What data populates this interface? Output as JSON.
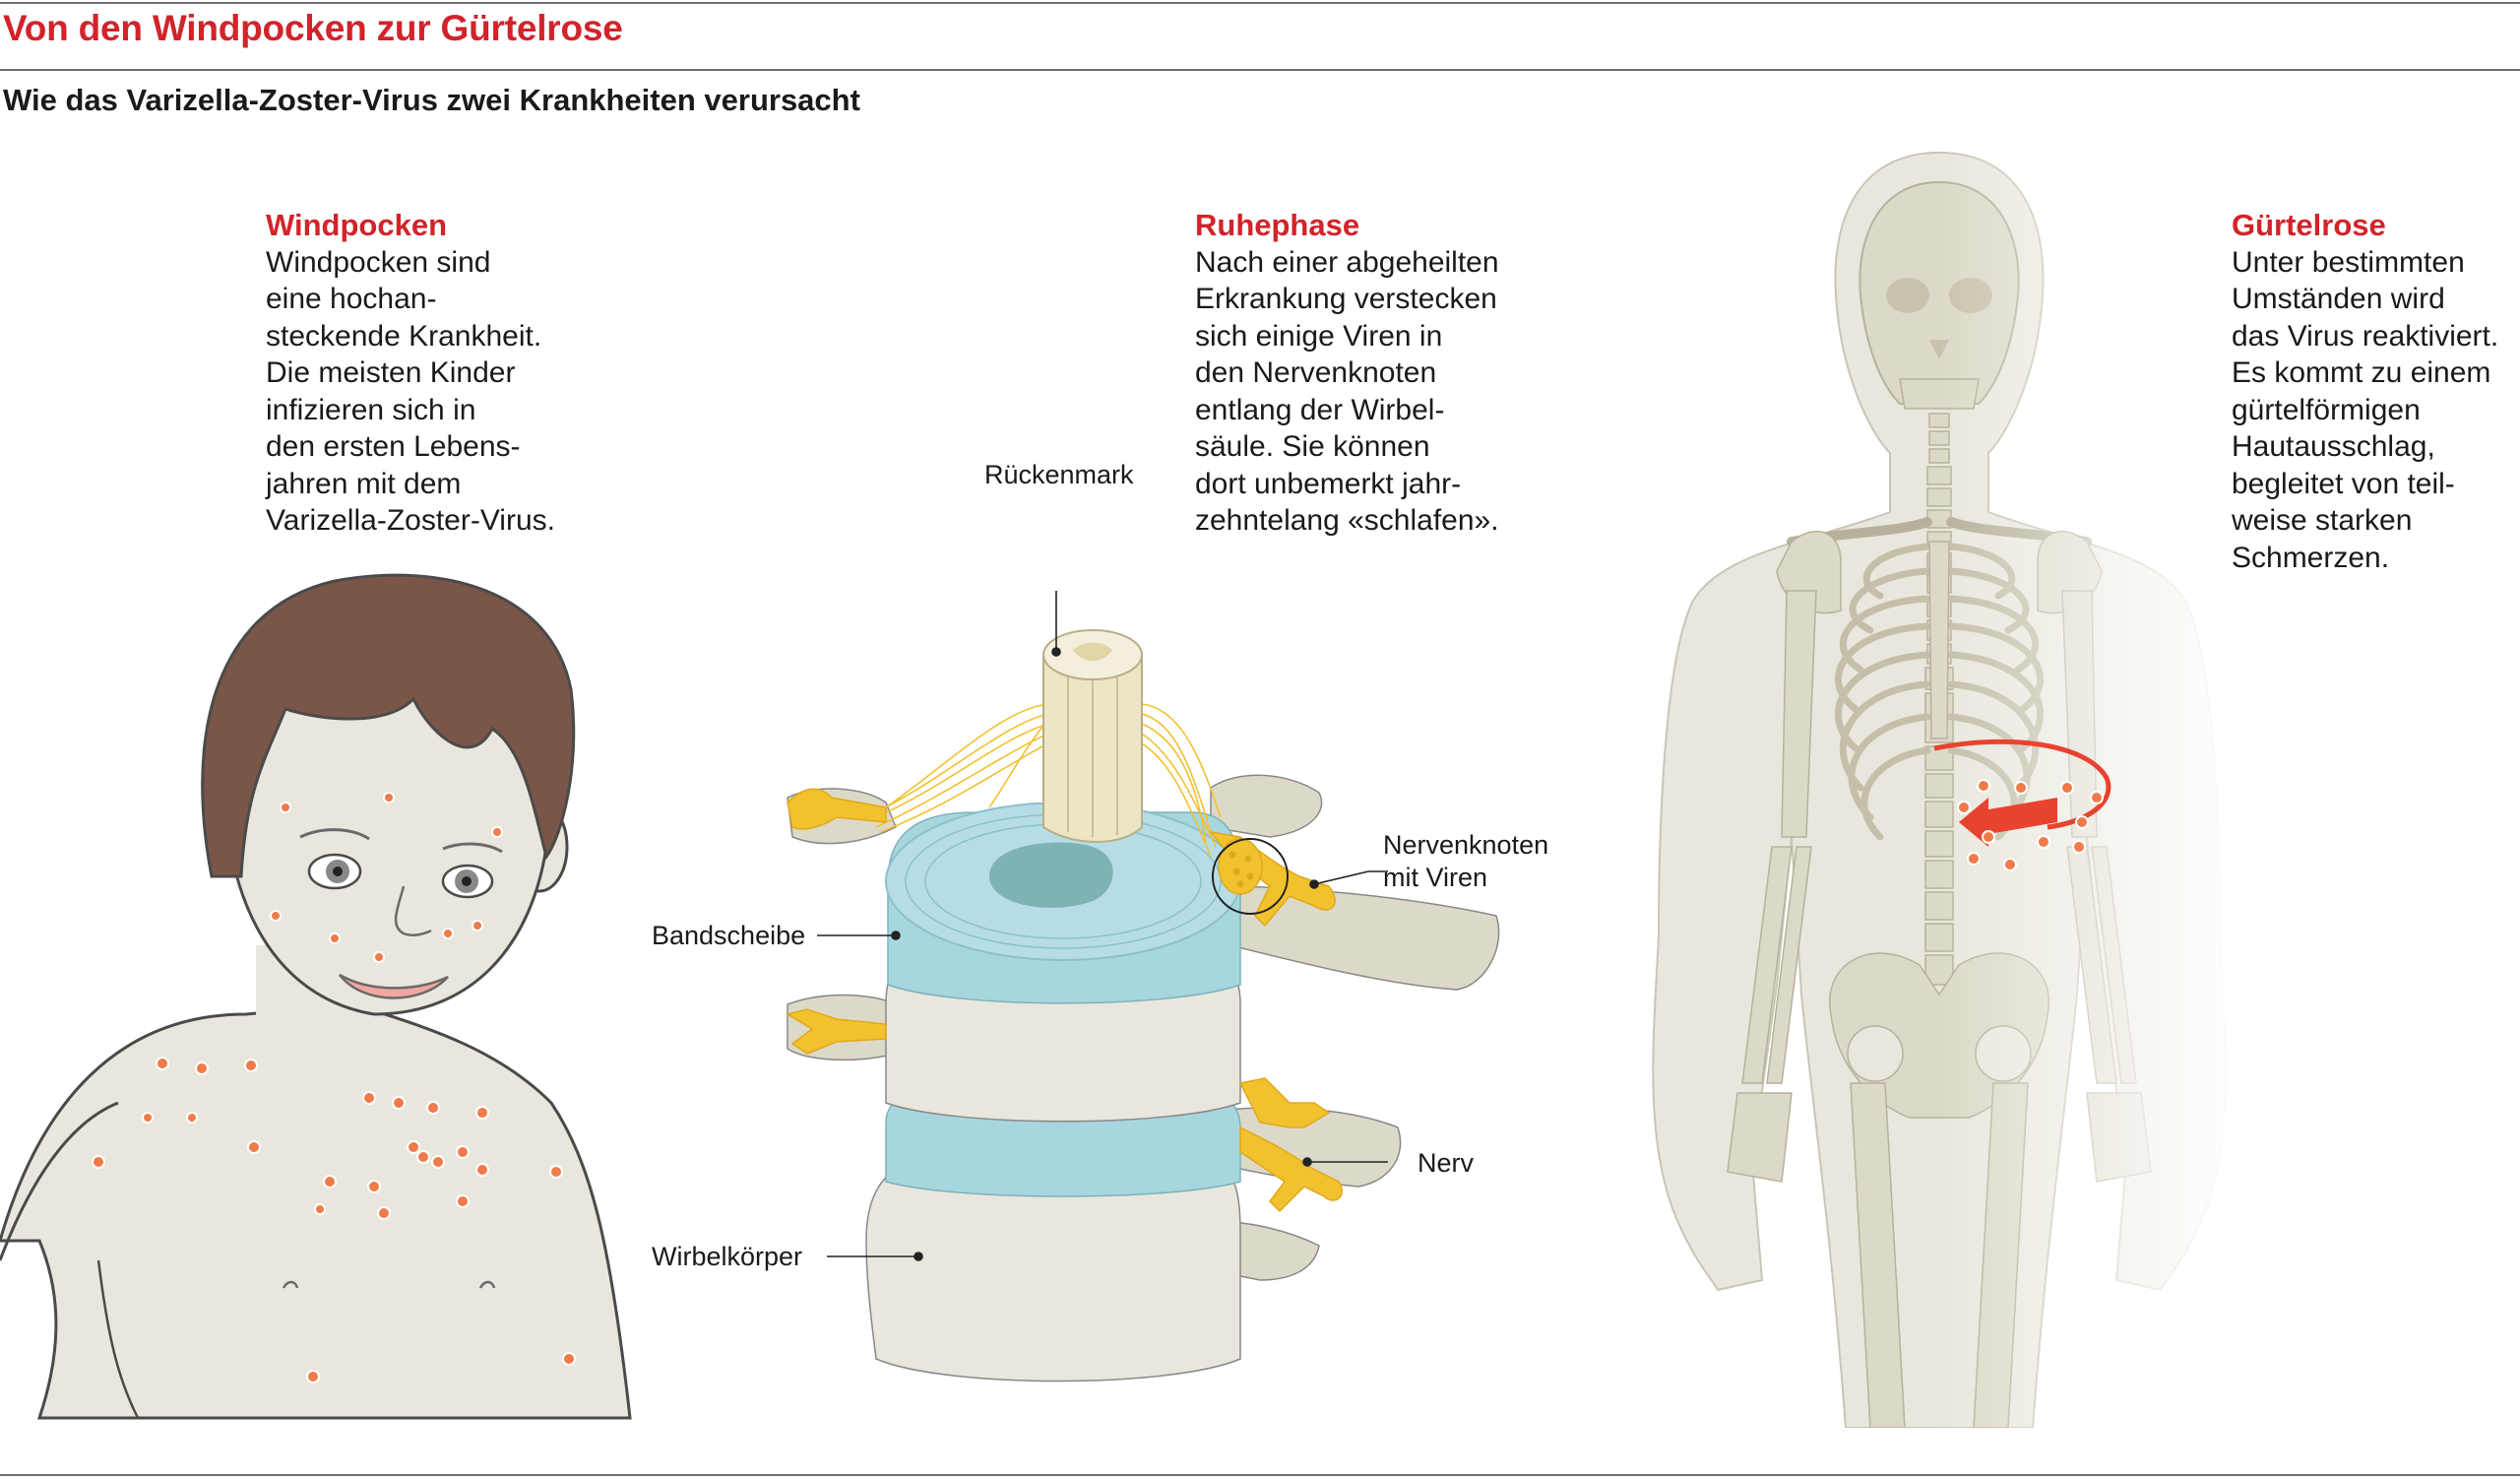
{
  "header": {
    "title": "Von den Windpocken zur Gürtelrose",
    "subtitle": "Wie das Varizella-Zoster-Virus zwei Krankheiten verursacht"
  },
  "panels": {
    "windpocken": {
      "heading": "Windpocken",
      "lines": [
        "Windpocken sind",
        "eine hochan-",
        "steckende Krankheit.",
        "Die meisten Kinder",
        "infizieren sich in",
        "den ersten Lebens-",
        "jahren mit dem",
        "Varizella-Zoster-Virus."
      ]
    },
    "ruhephase": {
      "heading": "Ruhephase",
      "lines": [
        "Nach einer abgeheilten",
        "Erkrankung verstecken",
        "sich einige Viren in",
        "den Nervenknoten",
        "entlang der Wirbel-",
        "säule. Sie können",
        "dort unbemerkt jahr-",
        "zehntelang «schlafen»."
      ]
    },
    "guertelrose": {
      "heading": "Gürtelrose",
      "lines": [
        "Unter bestimmten",
        "Umständen wird",
        "das Virus reaktiviert.",
        "Es kommt zu einem",
        "gürtelförmigen",
        "Hautausschlag,",
        "begleitet von teil-",
        "weise starken",
        "Schmerzen."
      ]
    }
  },
  "spine_labels": {
    "rueckenmark": "Rückenmark",
    "nervenknoten_line1": "Nervenknoten",
    "nervenknoten_line2": "mit Viren",
    "bandscheibe": "Bandscheibe",
    "nerv": "Nerv",
    "wirbelkoerper": "Wirbelkörper"
  },
  "colors": {
    "accent": "#d2232a",
    "rule": "#6e6e6e",
    "skin": "#e9e7dd",
    "hair": "#7a5648",
    "bone": "#ddd9c9",
    "disc": "#a8d6df",
    "nerve": "#f2c12e",
    "spot": "#ef7b4a"
  }
}
